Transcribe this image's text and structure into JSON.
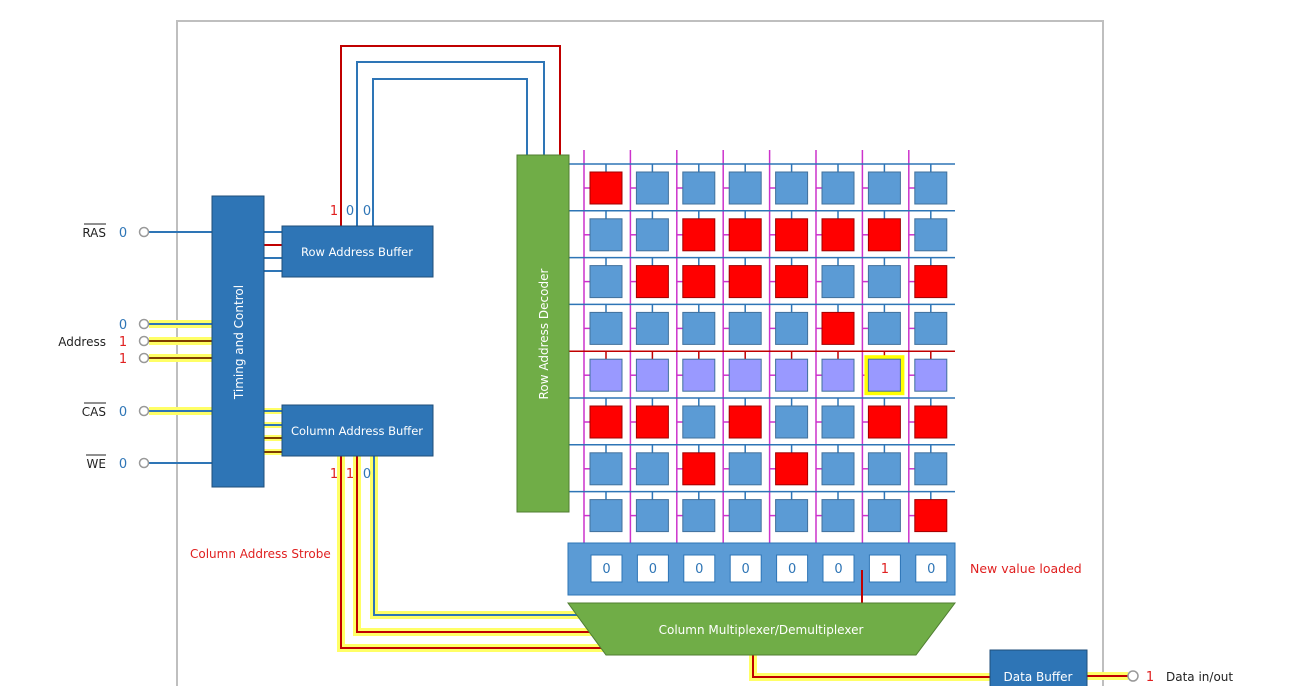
{
  "signals": {
    "ras": {
      "label": "RAS",
      "value": "0"
    },
    "address": {
      "label": "Address",
      "values": [
        "0",
        "1",
        "1"
      ]
    },
    "cas": {
      "label": "CAS",
      "value": "0"
    },
    "we": {
      "label": "WE",
      "value": "0"
    }
  },
  "blocks": {
    "timing": "Timing and Control",
    "row_buffer": "Row Address Buffer",
    "col_buffer": "Column Address Buffer",
    "row_decoder": "Row Address Decoder",
    "mux": "Column Multiplexer/Demultiplexer",
    "data_buffer": "Data Buffer"
  },
  "row_buffer_bits": [
    "1",
    "0",
    "0"
  ],
  "col_buffer_bits": [
    "1",
    "1",
    "0"
  ],
  "annotations": {
    "cas_strobe": "Column Address Strobe",
    "new_value": "New value loaded"
  },
  "data_io": {
    "value": "1",
    "label": "Data in/out"
  },
  "memory_grid": [
    [
      1,
      0,
      0,
      0,
      0,
      0,
      0,
      0
    ],
    [
      0,
      0,
      1,
      1,
      1,
      1,
      1,
      0
    ],
    [
      0,
      1,
      1,
      1,
      1,
      0,
      0,
      1
    ],
    [
      0,
      0,
      0,
      0,
      0,
      1,
      0,
      0
    ],
    [
      2,
      2,
      2,
      2,
      2,
      2,
      2,
      2
    ],
    [
      1,
      1,
      0,
      1,
      0,
      0,
      1,
      1
    ],
    [
      0,
      0,
      1,
      0,
      1,
      0,
      0,
      0
    ],
    [
      0,
      0,
      0,
      0,
      0,
      0,
      0,
      1
    ]
  ],
  "active_row": 4,
  "selected_column": 6,
  "sense_bits": [
    "0",
    "0",
    "0",
    "0",
    "0",
    "0",
    "1",
    "0"
  ],
  "colors": {
    "block": "#2e75b6",
    "green": "#70ad47",
    "cell_zero": "#5b9bd5",
    "cell_one": "#ff0000",
    "cell_active": "#9999ff",
    "highlight": "#ffff00",
    "one": "#c00000",
    "zero": "#2e75b6",
    "bitline": "#cc33cc"
  }
}
